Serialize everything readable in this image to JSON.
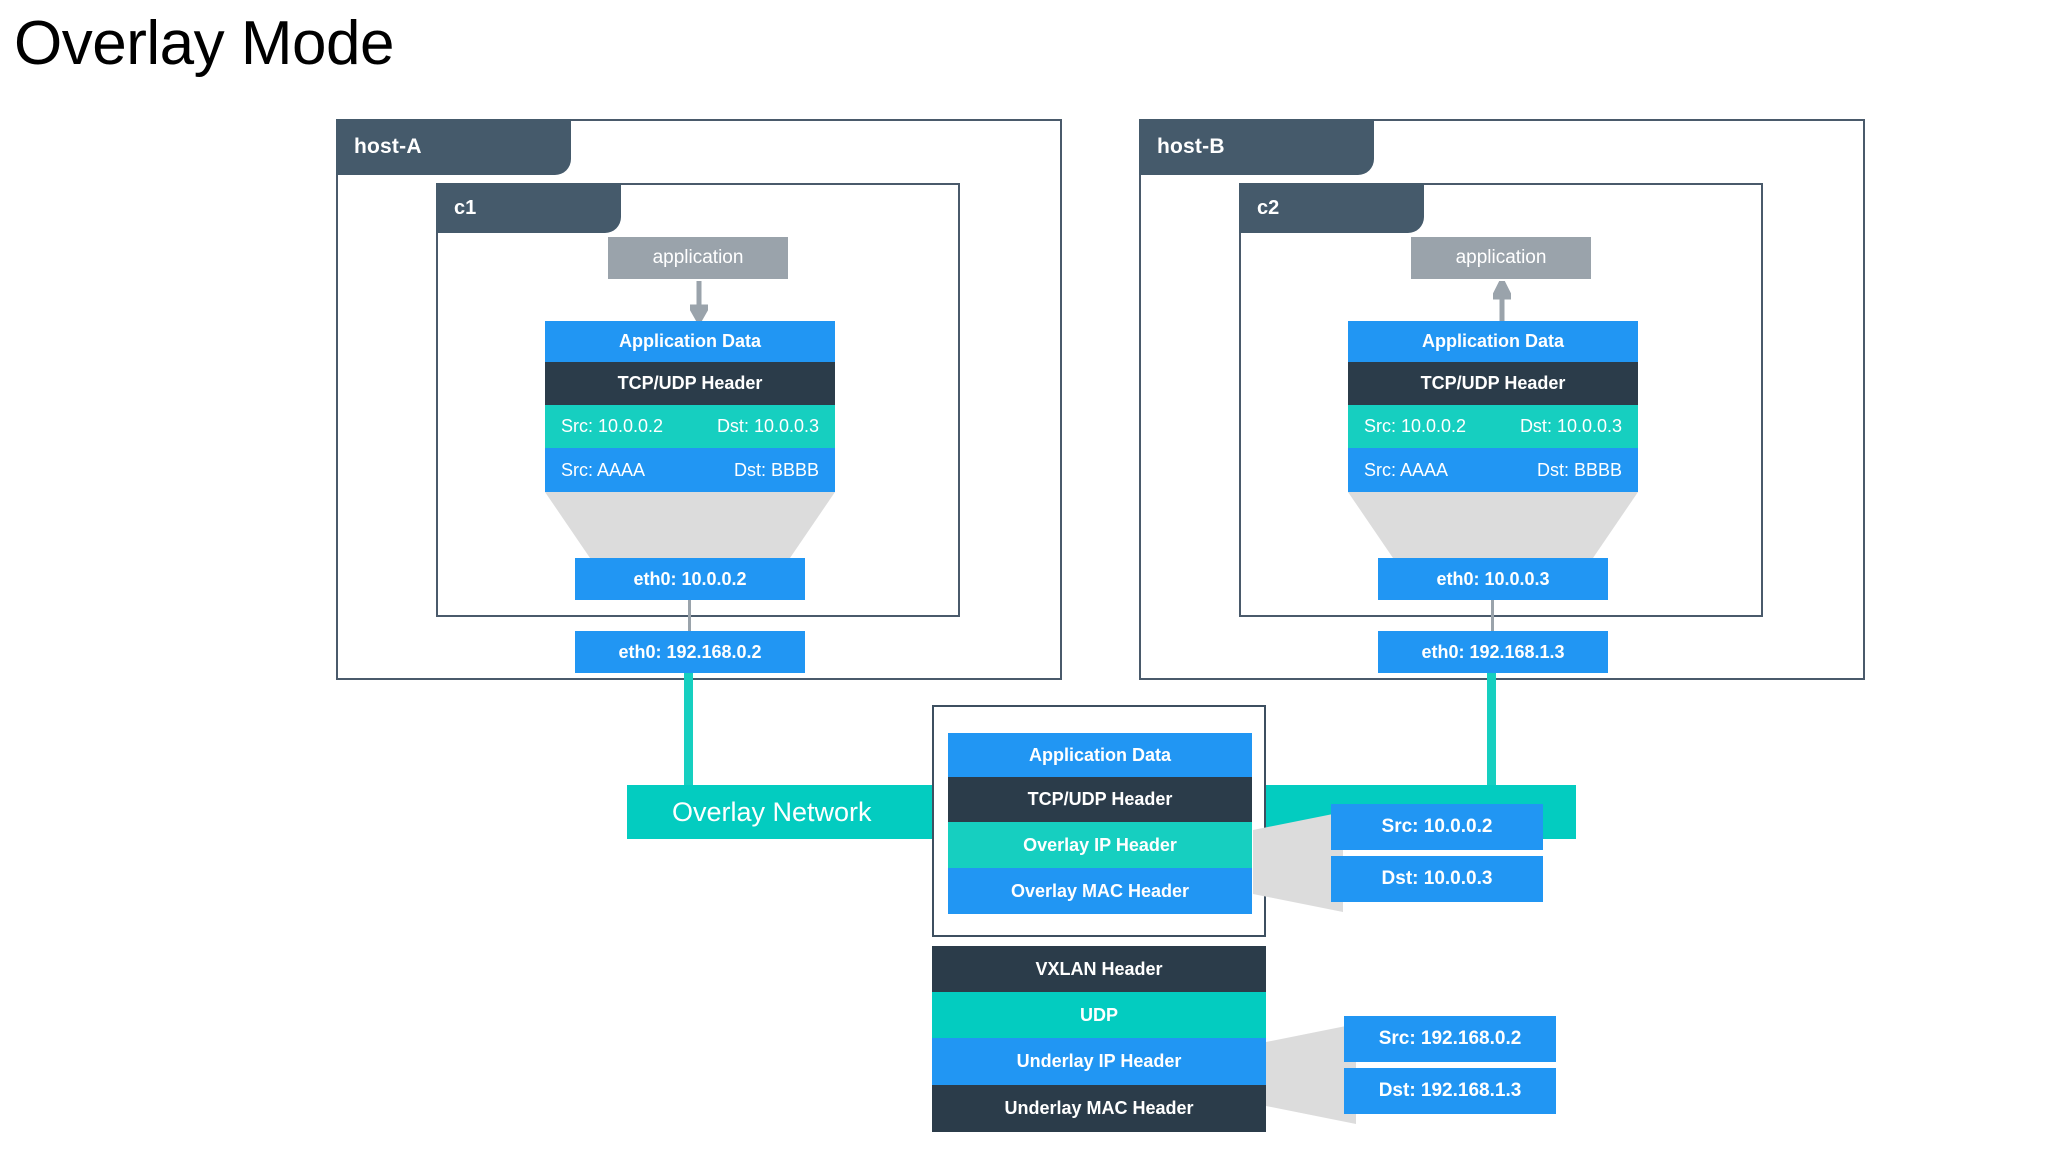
{
  "title": "Overlay Mode",
  "colors": {
    "blue": "#2196f3",
    "dark_navy": "#2b3c4a",
    "teal": "#16cfc0",
    "overlay_band": "#03ccc0",
    "gray_app": "#9aa3ab",
    "border": "#4a5a6b",
    "funnel_gray": "#dcdcdc"
  },
  "hosts": [
    {
      "name": "host-A",
      "container": {
        "name": "c1",
        "application_label": "application",
        "flow_direction": "down",
        "packet_layers": [
          {
            "label": "Application Data",
            "color": "blue"
          },
          {
            "label": "TCP/UDP Header",
            "color": "dark_navy"
          },
          {
            "src": "Src: 10.0.0.2",
            "dst": "Dst: 10.0.0.3",
            "color": "teal"
          },
          {
            "src": "Src: AAAA",
            "dst": "Dst: BBBB",
            "color": "blue"
          }
        ],
        "interface": "eth0: 10.0.0.2"
      },
      "interface": "eth0: 192.168.0.2"
    },
    {
      "name": "host-B",
      "container": {
        "name": "c2",
        "application_label": "application",
        "flow_direction": "up",
        "packet_layers": [
          {
            "label": "Application Data",
            "color": "blue"
          },
          {
            "label": "TCP/UDP Header",
            "color": "dark_navy"
          },
          {
            "src": "Src: 10.0.0.2",
            "dst": "Dst: 10.0.0.3",
            "color": "teal"
          },
          {
            "src": "Src: AAAA",
            "dst": "Dst: BBBB",
            "color": "blue"
          }
        ],
        "interface": "eth0: 10.0.0.3"
      },
      "interface": "eth0: 192.168.1.3"
    }
  ],
  "overlay_network": {
    "label": "Overlay Network"
  },
  "center_packet": {
    "inner_layers": [
      {
        "label": "Application Data",
        "color": "blue"
      },
      {
        "label": "TCP/UDP Header",
        "color": "dark_navy"
      },
      {
        "label": "Overlay IP Header",
        "color": "teal"
      },
      {
        "label": "Overlay MAC Header",
        "color": "blue"
      }
    ],
    "outer_layers": [
      {
        "label": "VXLAN Header",
        "color": "dark_navy"
      },
      {
        "label": "UDP",
        "color": "teal"
      },
      {
        "label": "Underlay IP Header",
        "color": "blue"
      },
      {
        "label": "Underlay MAC Header",
        "color": "dark_navy"
      }
    ]
  },
  "callouts": {
    "overlay_ip": {
      "src": "Src: 10.0.0.2",
      "dst": "Dst: 10.0.0.3"
    },
    "underlay_ip": {
      "src": "Src: 192.168.0.2",
      "dst": "Dst: 192.168.1.3"
    }
  }
}
